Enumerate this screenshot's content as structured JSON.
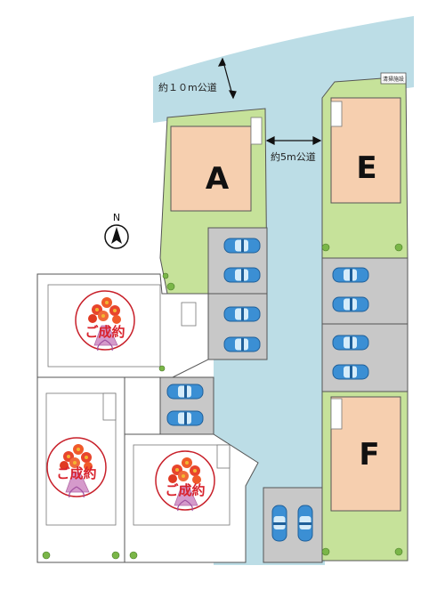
{
  "roads": {
    "main_road_label": "約１０m公道",
    "side_road_label": "約5m公道"
  },
  "facility": {
    "label": "清掃施設"
  },
  "compass": {
    "north": "N"
  },
  "lots": {
    "a": {
      "letter": "A"
    },
    "e": {
      "letter": "E"
    },
    "f": {
      "letter": "F"
    }
  },
  "sold_badges": [
    {
      "label": "ご成約"
    },
    {
      "label": "ご成約"
    },
    {
      "label": "ご成約"
    }
  ],
  "colors": {
    "road": "#bcdde6",
    "lawn": "#c6e29a",
    "house": "#f6cfaf",
    "parking": "#c8c8c8",
    "car": "#3b8fd4",
    "sold_text": "#d9232d"
  }
}
